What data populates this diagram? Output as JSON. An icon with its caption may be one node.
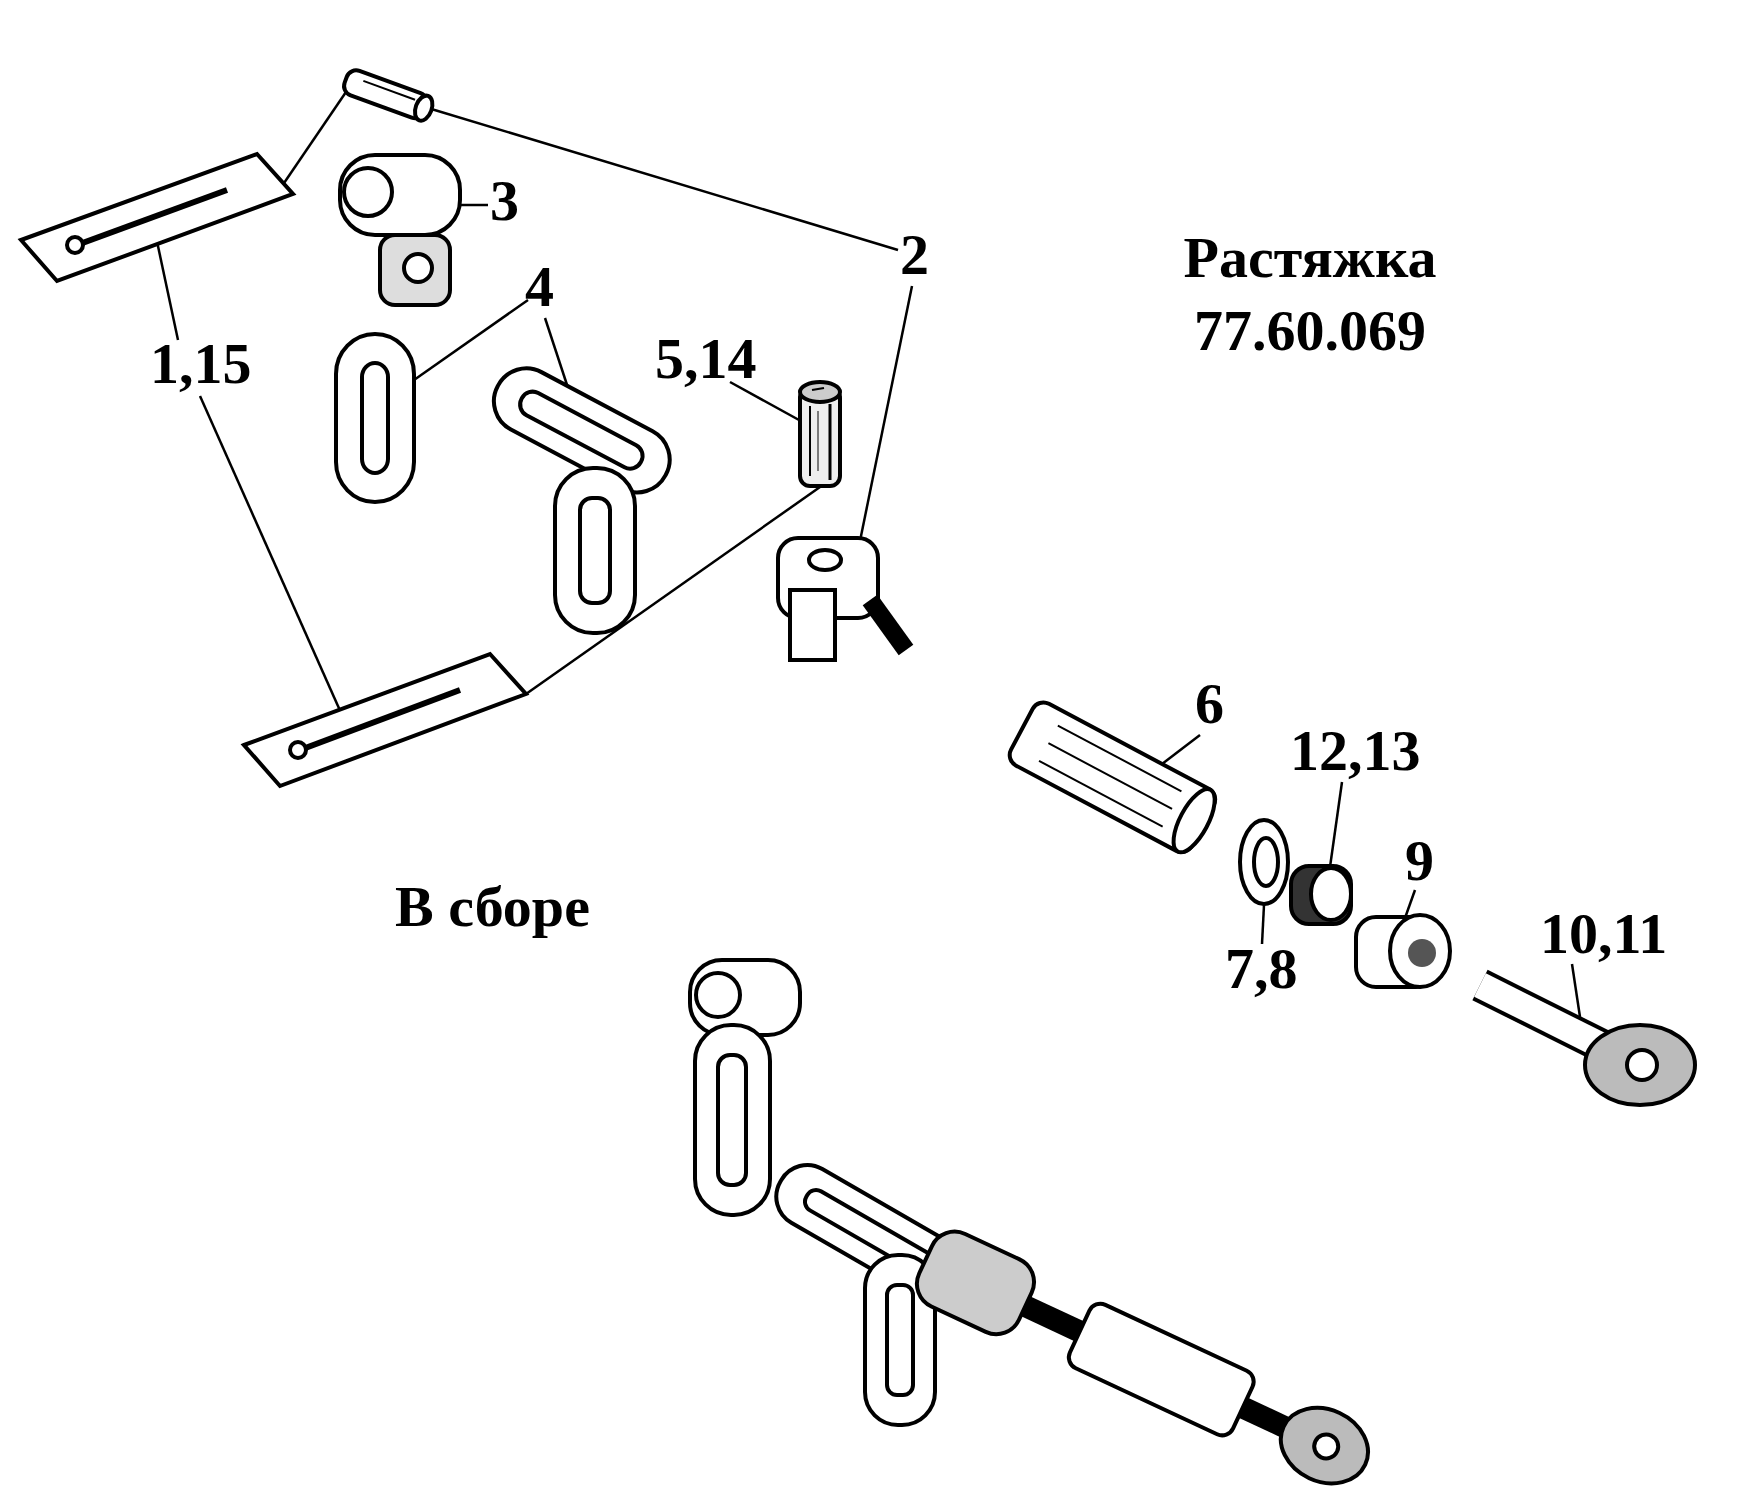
{
  "diagram": {
    "title": "Растяжка 77.60.069",
    "nodes": [
      {
        "text": [
          "2"
        ]
      },
      {
        "text": [],
        "shape": "picture"
      },
      {
        "text": [],
        "shape": "picture"
      },
      {
        "text": [
          "3"
        ]
      },
      {
        "text": [],
        "shape": "picture"
      },
      {
        "text": [
          "4"
        ]
      },
      {
        "text": [],
        "shape": "picture"
      },
      {
        "text": [],
        "shape": "picture"
      },
      {
        "text": [
          "1,15"
        ]
      },
      {
        "text": [],
        "shape": "picture"
      },
      {
        "text": [],
        "shape": "picture"
      },
      {
        "text": [
          "5,14"
        ]
      },
      {
        "text": [],
        "shape": "picture"
      },
      {
        "text": [
          "6"
        ]
      },
      {
        "text": [],
        "shape": "picture"
      },
      {
        "text": [
          "12,13"
        ]
      },
      {
        "text": [],
        "shape": "picture"
      },
      {
        "text": [
          "9"
        ]
      },
      {
        "text": [],
        "shape": "picture"
      },
      {
        "text": [
          "7,8"
        ]
      },
      {
        "text": [],
        "shape": "picture"
      },
      {
        "text": [
          "10,11"
        ]
      },
      {
        "text": [],
        "shape": "picture"
      }
    ],
    "edges": [
      {
        "from": 0,
        "to": 1,
        "arrow": "none"
      },
      {
        "from": 0,
        "to": 2,
        "arrow": "none"
      },
      {
        "from": 3,
        "to": 4,
        "arrow": "none"
      },
      {
        "from": 5,
        "to": 6,
        "arrow": "none"
      },
      {
        "from": 5,
        "to": 7,
        "arrow": "none"
      },
      {
        "from": 8,
        "to": 9,
        "arrow": "none"
      },
      {
        "from": 8,
        "to": 10,
        "arrow": "none"
      },
      {
        "from": 9,
        "to": 1,
        "arrow": "none"
      },
      {
        "from": 10,
        "to": 12,
        "arrow": "none"
      },
      {
        "from": 11,
        "to": 12,
        "arrow": "none"
      },
      {
        "from": 13,
        "to": 14,
        "arrow": "none"
      },
      {
        "from": 15,
        "to": 16,
        "arrow": "none"
      },
      {
        "from": 17,
        "to": 18,
        "arrow": "none"
      },
      {
        "from": 19,
        "to": 20,
        "arrow": "none"
      },
      {
        "from": 21,
        "to": 22,
        "arrow": "none"
      }
    ],
    "labels": [
      "В сборе"
    ]
  }
}
